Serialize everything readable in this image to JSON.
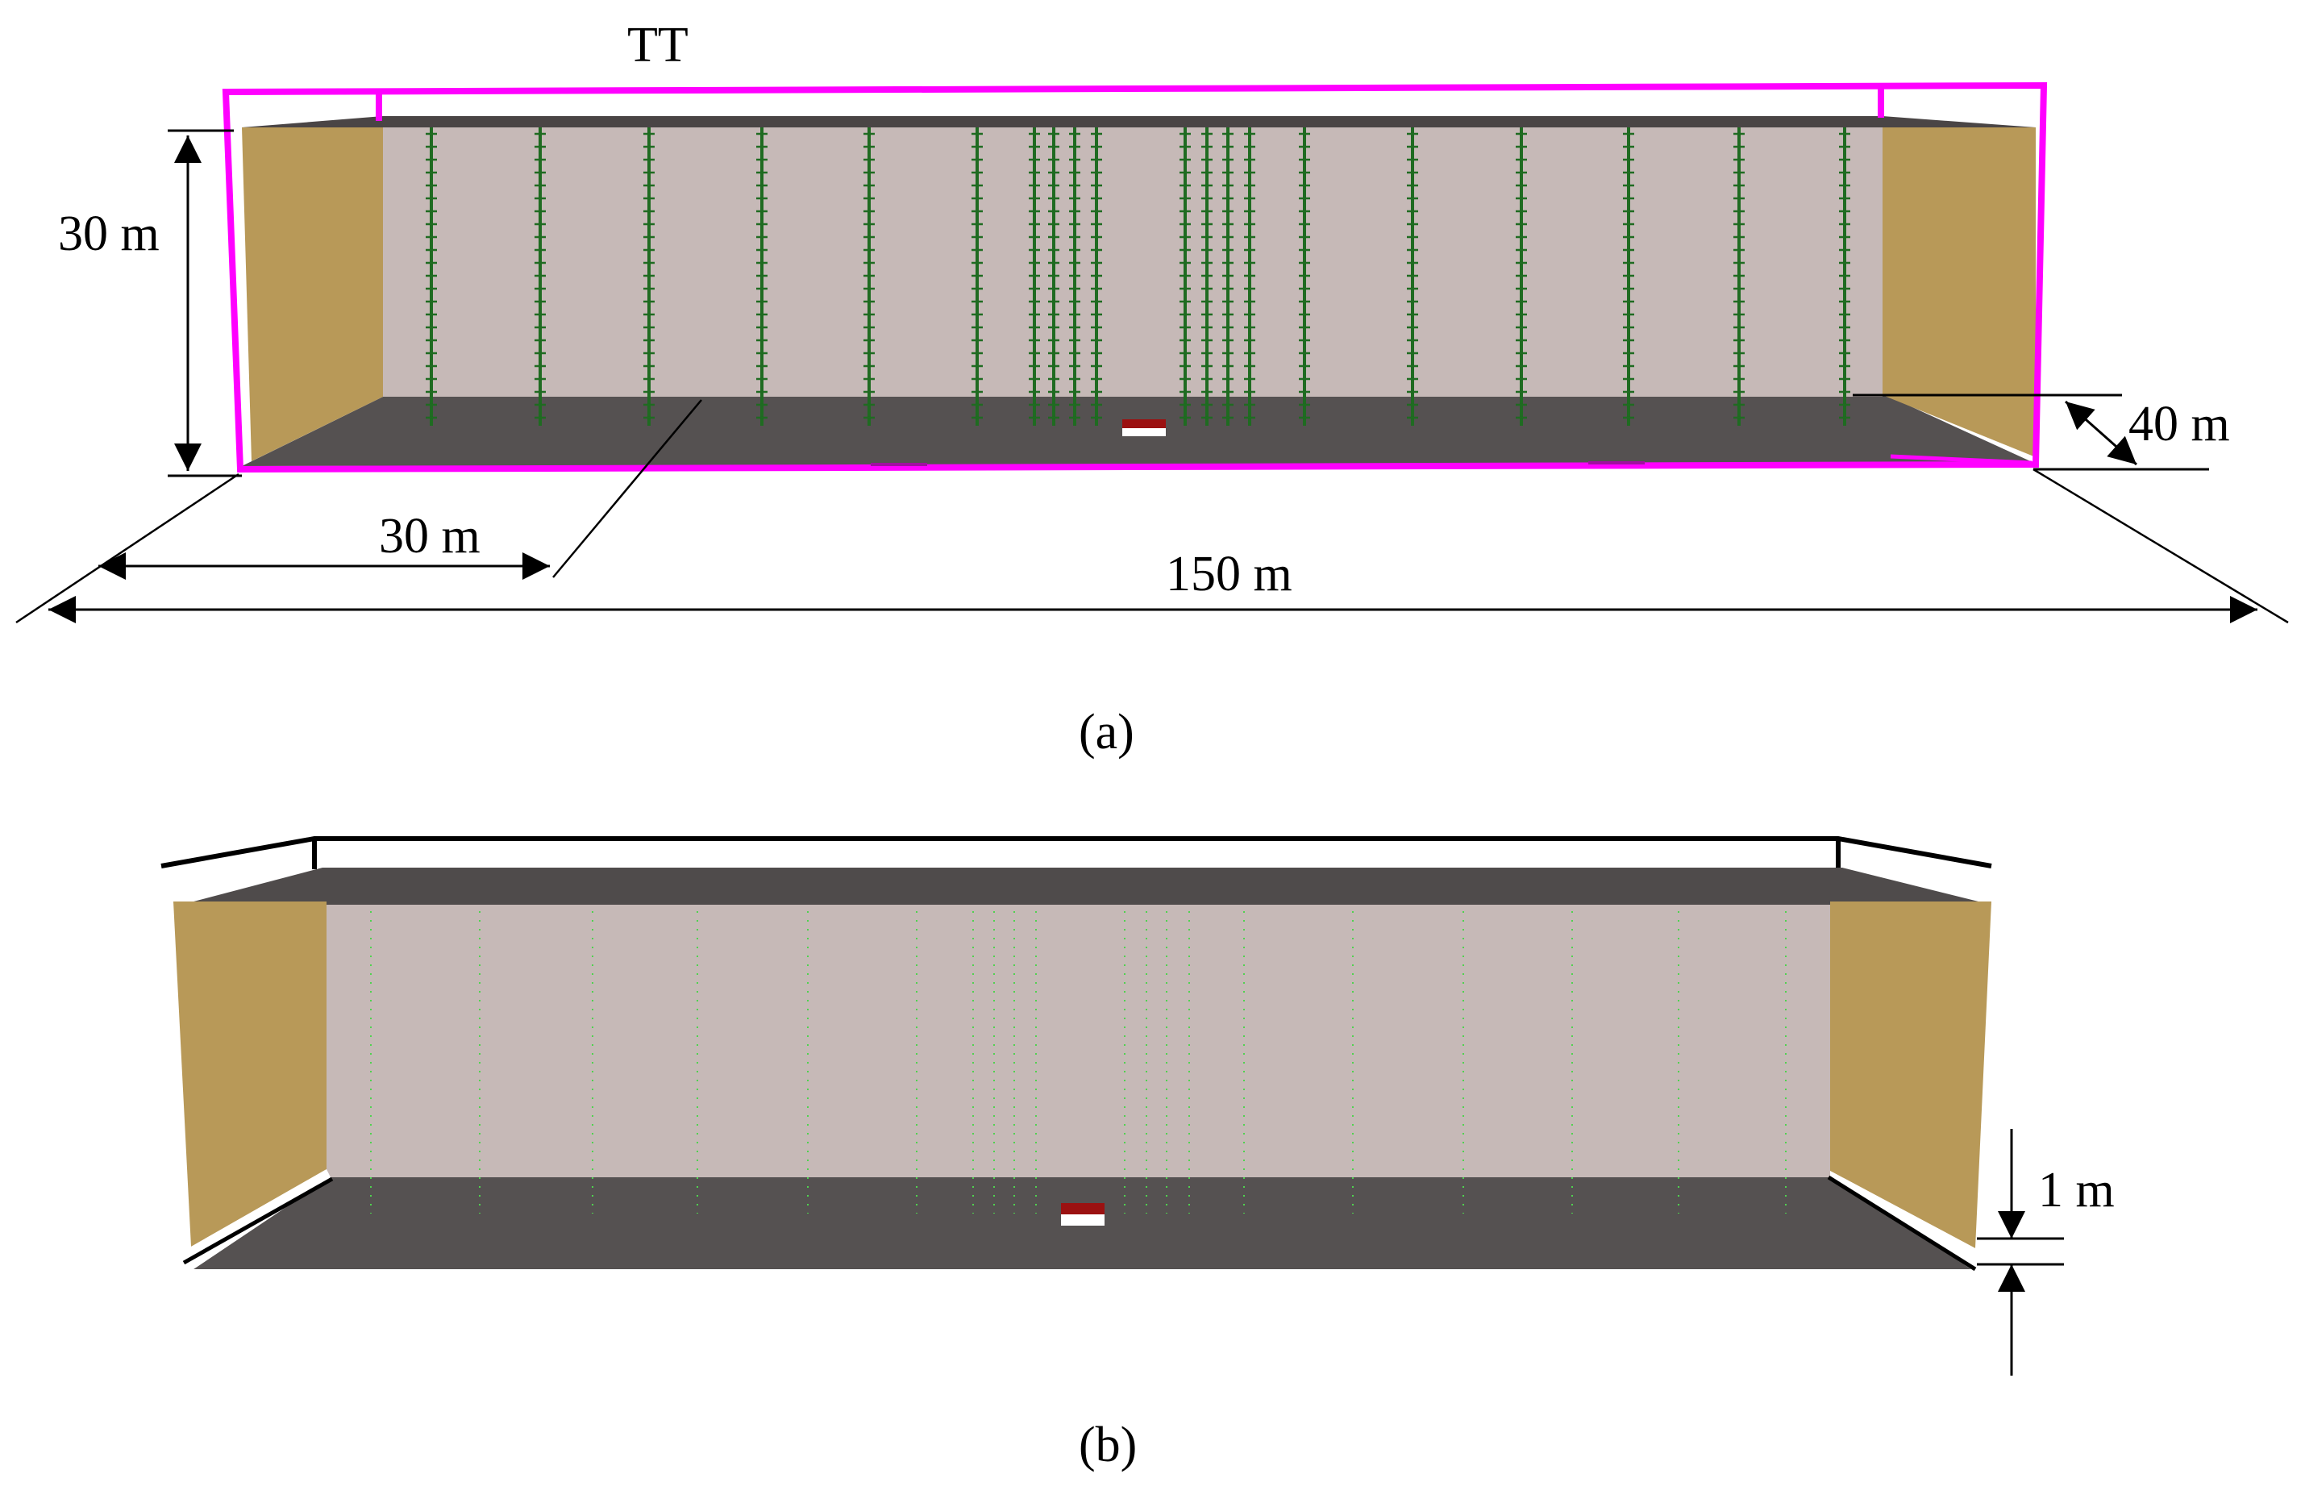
{
  "panel_a": {
    "label": "TT",
    "caption": "(a)",
    "dimensions": {
      "height": "30 m",
      "offset": "30 m",
      "length": "150 m",
      "depth": "40 m"
    },
    "colors": {
      "outline": "#ff00ff",
      "floor": "#555151",
      "back_wall": "#c6b9b7",
      "side_wall": "#b89958",
      "receivers": "#1f6b21",
      "source": "#9b1111"
    }
  },
  "panel_b": {
    "caption": "(b)",
    "dimensions": {
      "receiver_height": "1 m"
    },
    "colors": {
      "receivers": "#4fd24f"
    }
  }
}
